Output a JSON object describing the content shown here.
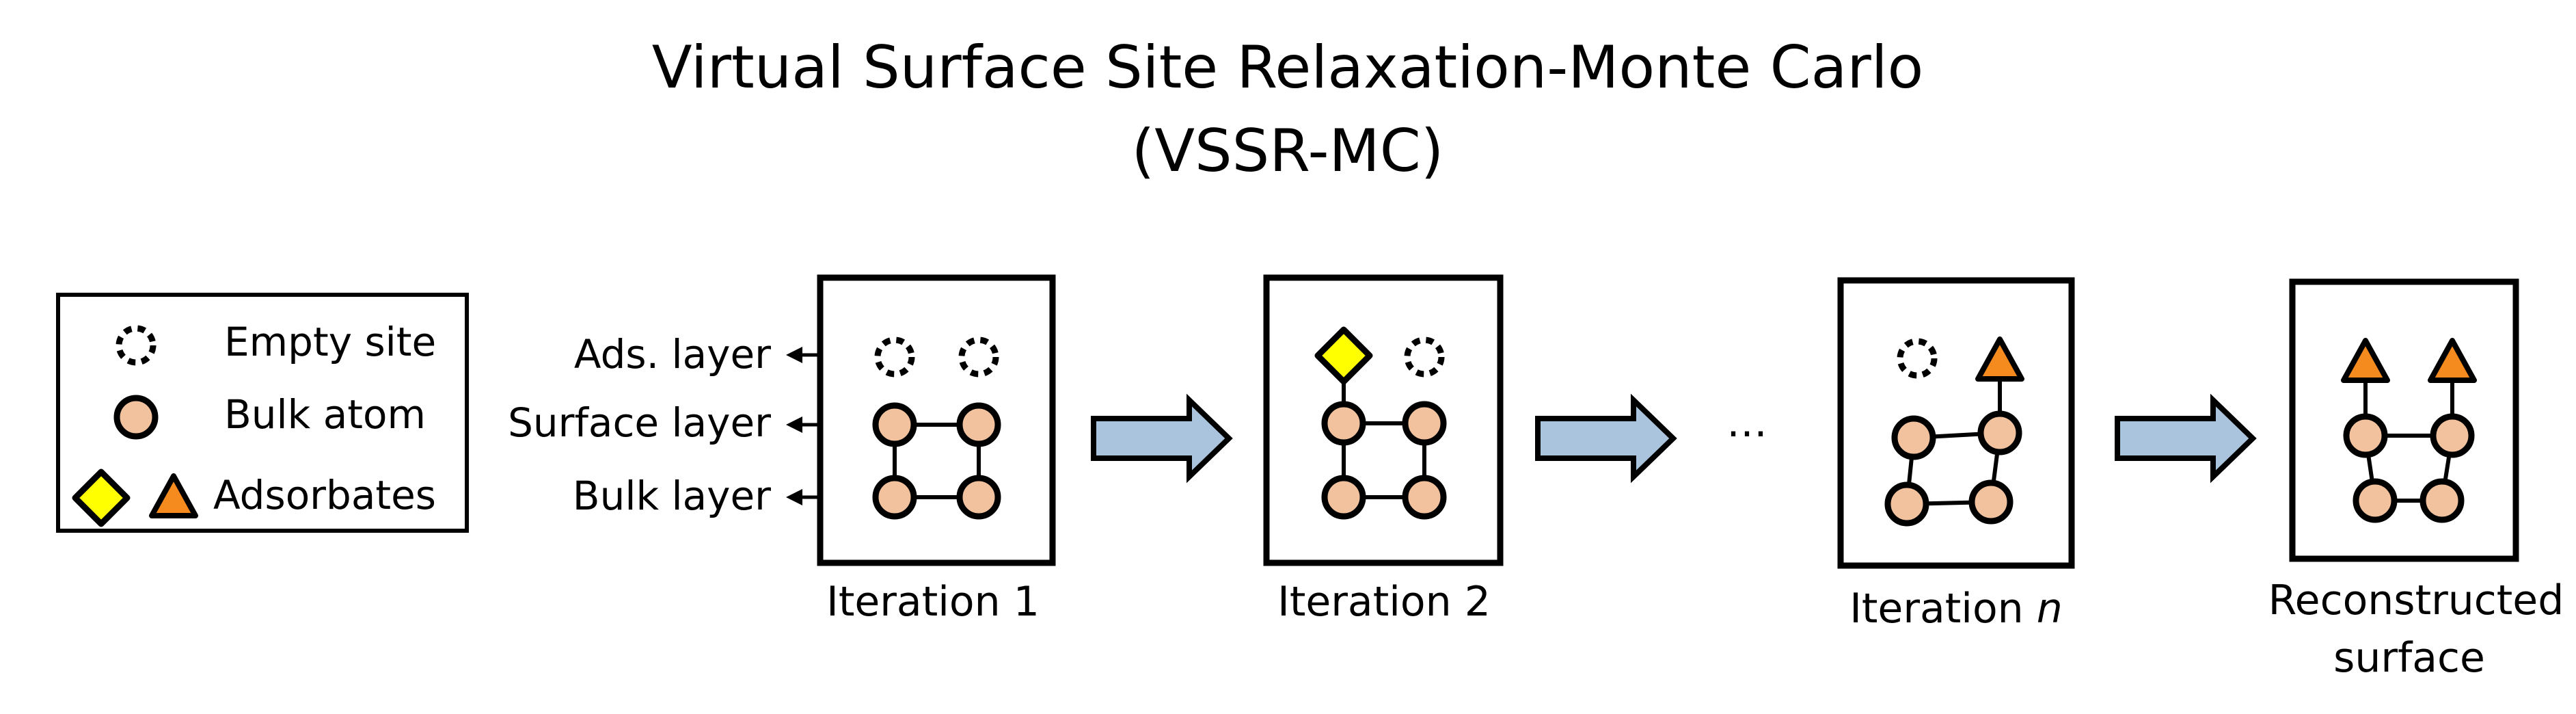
{
  "title": {
    "line1": "Virtual Surface Site Relaxation-Monte Carlo",
    "line2": "(VSSR-MC)"
  },
  "legend": {
    "empty_site": "Empty site",
    "bulk_atom": "Bulk atom",
    "adsorbates": "Adsorbates"
  },
  "layers": {
    "ads": "Ads. layer",
    "surface": "Surface layer",
    "bulk": "Bulk layer"
  },
  "panels": {
    "iter1": "Iteration 1",
    "iter2": "Iteration 2",
    "itern_prefix": "Iteration ",
    "itern_var": "n",
    "final_line1": "Reconstructed",
    "final_line2": "surface"
  },
  "ellipsis": "…",
  "colors": {
    "atom_fill": "#f2c29e",
    "diamond_fill": "#ffff00",
    "triangle_fill": "#f58a1f",
    "arrow_fill": "#a9c4dc",
    "stroke": "#000000"
  }
}
